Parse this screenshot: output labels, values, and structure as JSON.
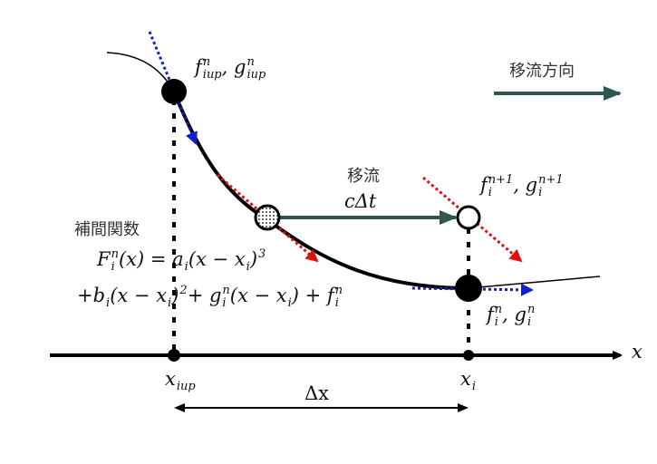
{
  "advection_direction": "移流方向",
  "advection_label": "移流",
  "advection_amount": "cΔt",
  "interp_label": "補間関数",
  "axis_x_label": "x",
  "dx_label": "Δx",
  "colors": {
    "arrow": "#2f5752",
    "red": "#e01010",
    "blue": "#1020d0"
  },
  "math": {
    "upwind_values": [
      {
        "t": "f",
        "sub": "iup",
        "sup": "n"
      },
      {
        "t": ", g",
        "sub": "iup",
        "sup": "n"
      }
    ],
    "new_values": [
      {
        "t": "f",
        "sub": "i",
        "sup": "n+1"
      },
      {
        "t": ", g",
        "sub": "i",
        "sup": "n+1"
      }
    ],
    "cur_values": [
      {
        "t": "f",
        "sub": "i",
        "sup": "n"
      },
      {
        "t": ", g",
        "sub": "i",
        "sup": "n"
      }
    ],
    "formula_line1": [
      {
        "t": "F",
        "sub": "i",
        "sup": "n"
      },
      {
        "t": "(x) = a",
        "sub": "i"
      },
      {
        "t": "(x − x",
        "sub": "i"
      },
      {
        "t": ")",
        "sup": "3"
      }
    ],
    "formula_line2": [
      {
        "t": "+b",
        "sub": "i"
      },
      {
        "t": "(x − x",
        "sub": "i"
      },
      {
        "t": ")",
        "sup": "2"
      },
      {
        "t": " + g",
        "sub": "i",
        "sup": "n"
      },
      {
        "t": "(x − x",
        "sub": "i"
      },
      {
        "t": ") + f",
        "sub": "i",
        "sup": "n"
      }
    ],
    "x_iup": [
      {
        "t": "x",
        "sub": "iup"
      }
    ],
    "x_i": [
      {
        "t": "x",
        "sub": "i"
      }
    ]
  }
}
